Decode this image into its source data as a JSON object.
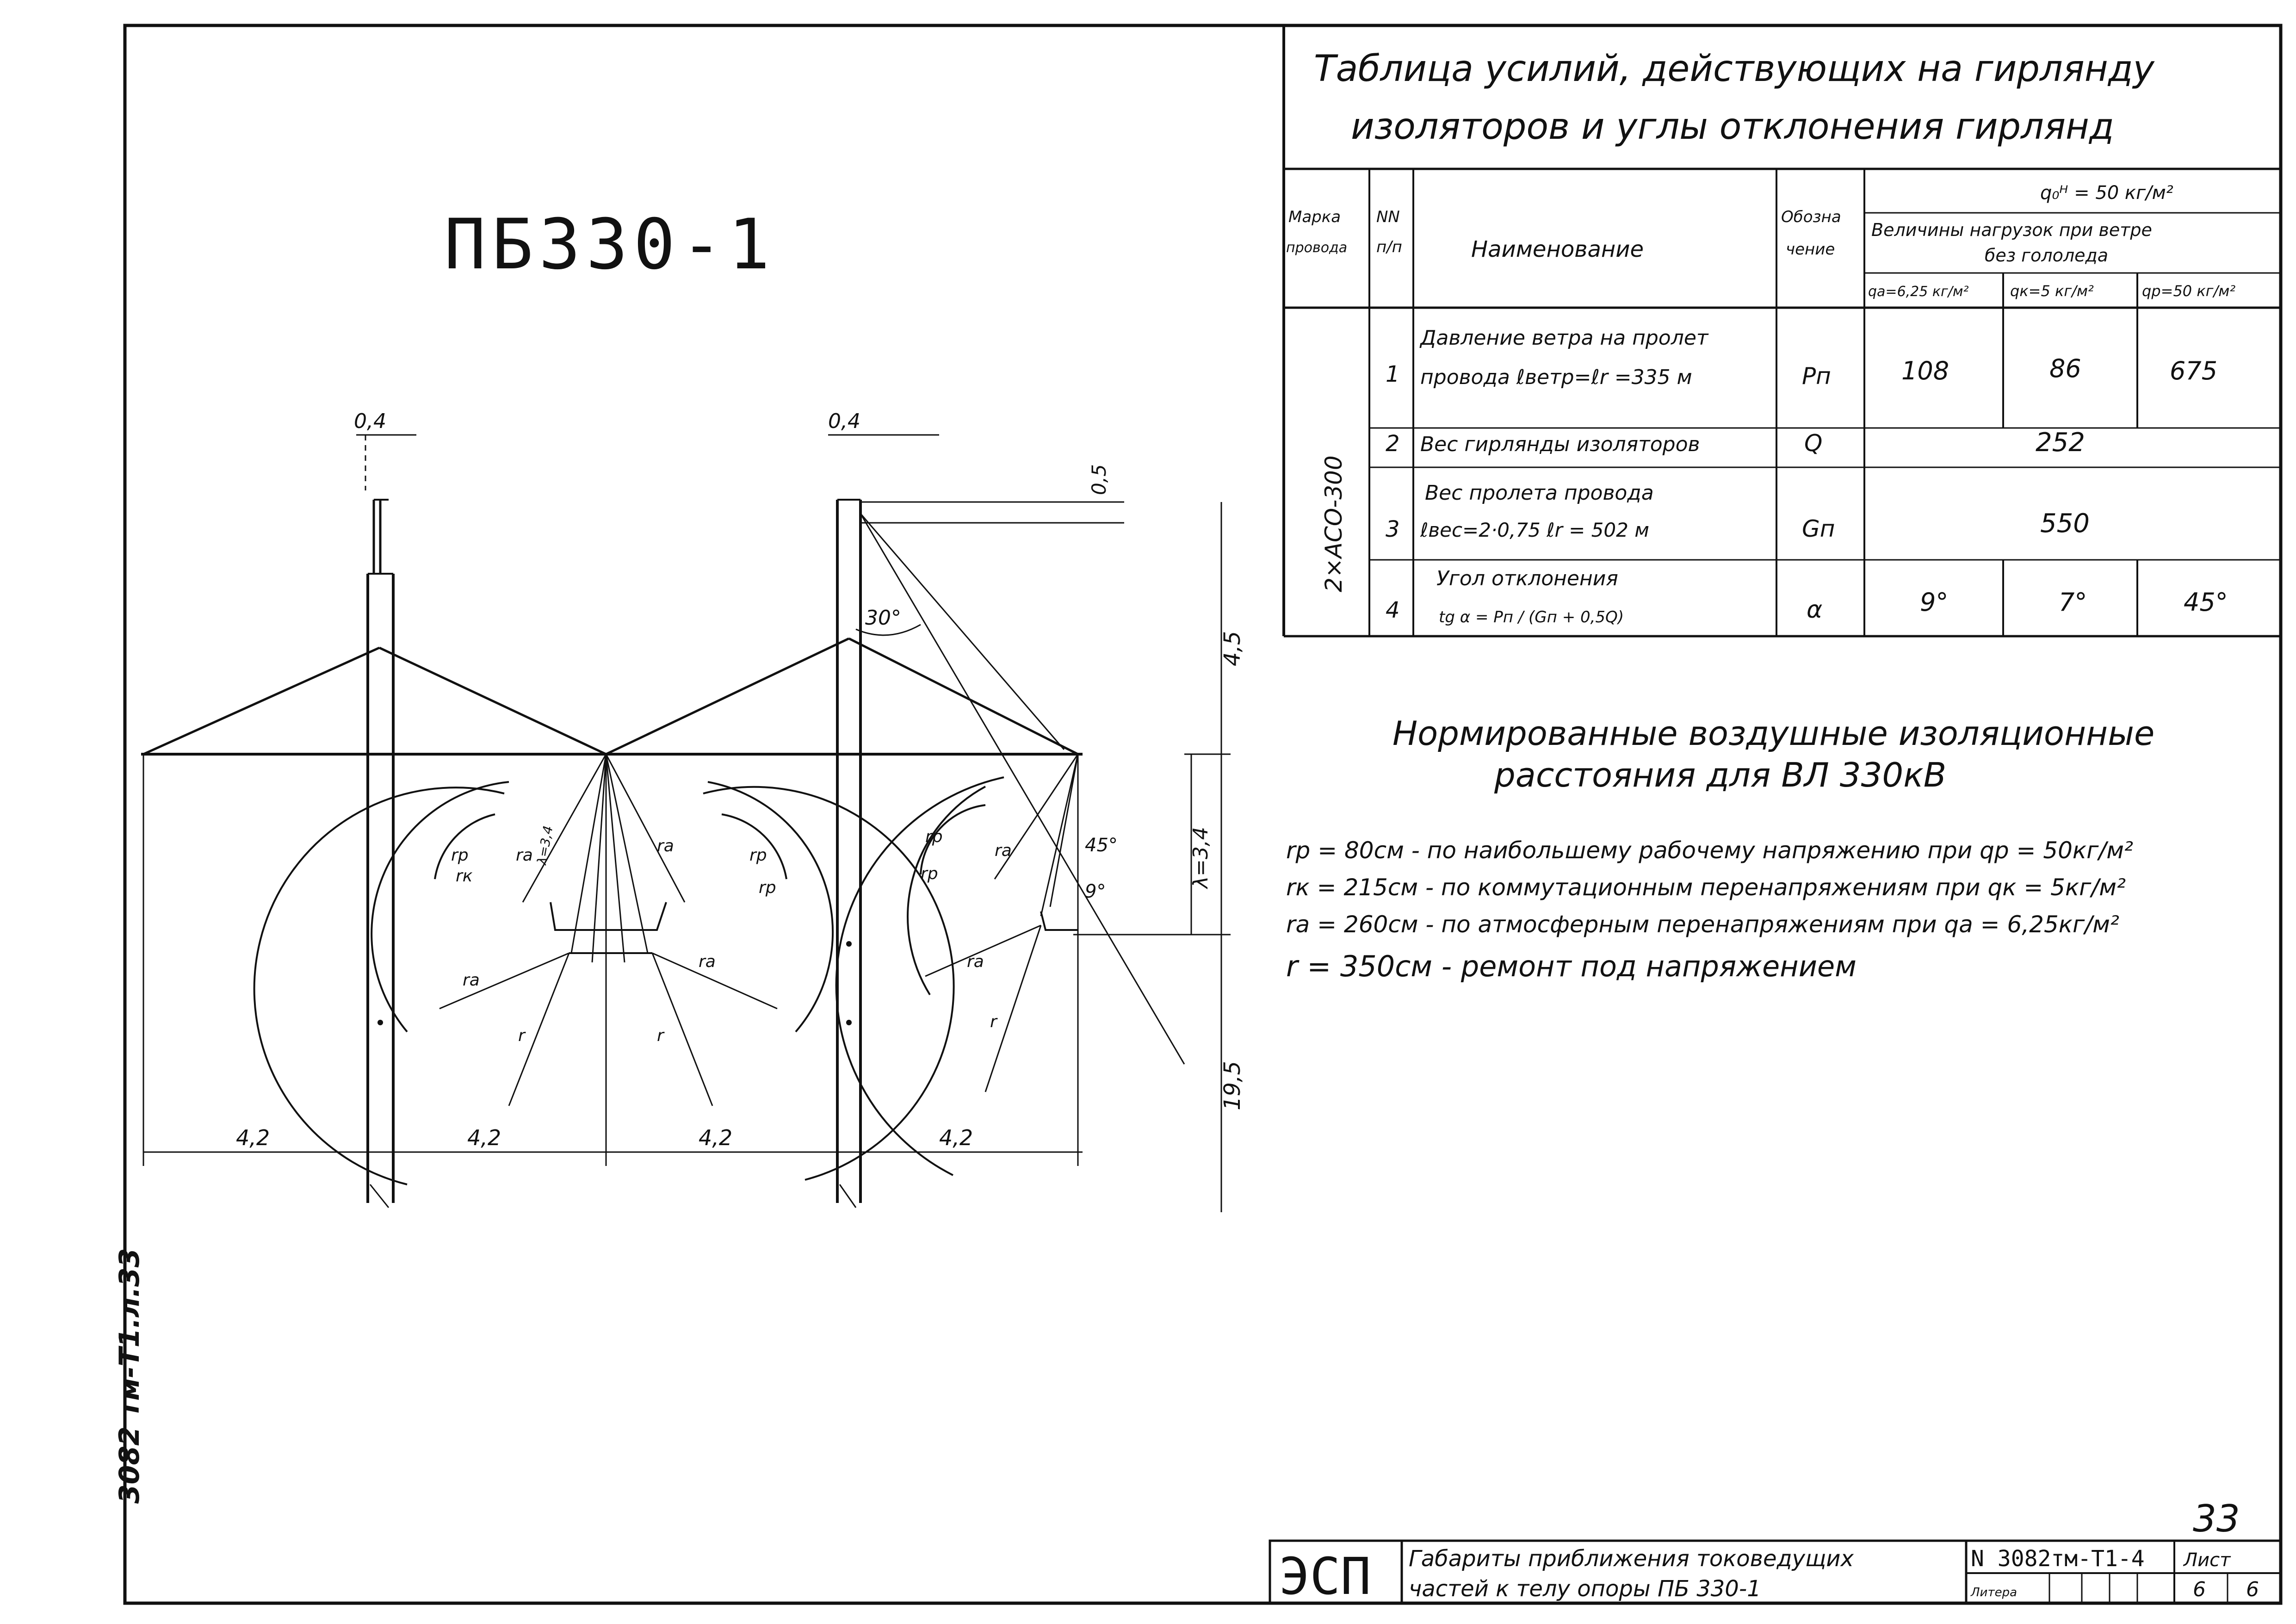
{
  "drawing": {
    "title": "ПБ330-1",
    "dims": {
      "top_left": "0,4",
      "top_right": "0,4",
      "top_small": "0,5",
      "height_top": "4,5",
      "lambda": "λ=3,4",
      "height_bottom": "19,5",
      "spans": [
        "4,2",
        "4,2",
        "4,2",
        "4,2"
      ],
      "angle_30": "30°",
      "angle_45": "45°",
      "angle_9": "9°",
      "lambda_small": "λ=3,4"
    },
    "radius_labels": {
      "rp": "rp",
      "rk": "rк",
      "ra": "ra",
      "r": "r"
    }
  },
  "forces_table": {
    "title_line1": "Таблица усилий, действующих на гирлянду",
    "title_line2": "изоляторов и углы отклонения гирлянд",
    "headers": {
      "mark": [
        "Марка",
        "провода"
      ],
      "num": [
        "NN",
        "п/п"
      ],
      "name": "Наименование",
      "symbol": [
        "Обозна",
        "чение"
      ],
      "q0": "q₀ᴴ = 50 кг/м²",
      "loads": [
        "Величины нагрузок при ветре",
        "без гололеда"
      ],
      "qa": "qa=6,25 кг/м²",
      "qk": "qк=5 кг/м²",
      "qp": "qp=50 кг/м²"
    },
    "mark_value": "2×АСО-300",
    "rows": [
      {
        "n": "1",
        "name": [
          "Давление ветра на пролет",
          "провода ℓветр=ℓr =335 м"
        ],
        "sym": "Pп",
        "v1": "108",
        "v2": "86",
        "v3": "675"
      },
      {
        "n": "2",
        "name": [
          "Вес гирлянды изоляторов"
        ],
        "sym": "Q",
        "merged": "252"
      },
      {
        "n": "3",
        "name": [
          "Вес пролета провода",
          "ℓвес=2·0,75 ℓr = 502 м"
        ],
        "sym": "Gп",
        "merged": "550"
      },
      {
        "n": "4",
        "name": [
          "Угол отклонения",
          "tg α = Pп / (Gп + 0,5Q)"
        ],
        "sym": "α",
        "v1": "9°",
        "v2": "7°",
        "v3": "45°"
      }
    ]
  },
  "clearances": {
    "title_line1": "Нормированные воздушные изоляционные",
    "title_line2": "расстояния для ВЛ 330кВ",
    "lines": [
      "rp = 80см - по наибольшему рабочему напряжению при qp = 50кг/м²",
      "rк = 215см - по коммутационным перенапряжениям при qк = 5кг/м²",
      "ra = 260см - по атмосферным перенапряжениям при qa = 6,25кг/м²",
      "r = 350см - ремонт под напряжением"
    ]
  },
  "side_text": "3082 тм-Т1.л.33",
  "page_number": "33",
  "title_block": {
    "org": "ЭСП",
    "desc_line1": "Габариты приближения токоведущих",
    "desc_line2": "частей к телу опоры ПБ 330-1",
    "doc_no": "N 3082тм-Т1-4",
    "list_label": "Лист",
    "litera_label": "Литера",
    "sheet_a": "6",
    "sheet_b": "6"
  }
}
